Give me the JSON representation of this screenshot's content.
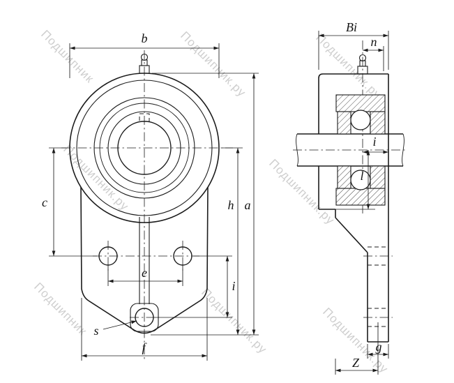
{
  "page": {
    "kind": "bearing-unit-technical-drawing",
    "background": "#ffffff",
    "ink_color": "#1b1b1b",
    "watermark_color": "#c9c9c9"
  },
  "watermark": {
    "full": "Подшипник.ру",
    "short": "Подшипник"
  },
  "front_view": {
    "dims": {
      "b": "b",
      "c": "c",
      "h": "h",
      "a": "a",
      "e": "e",
      "i": "i",
      "s": "s",
      "f": "f"
    }
  },
  "side_view": {
    "dims": {
      "Bi": "Bi",
      "n": "n",
      "i": "i",
      "l": "l",
      "g": "g",
      "Z": "Z"
    }
  }
}
